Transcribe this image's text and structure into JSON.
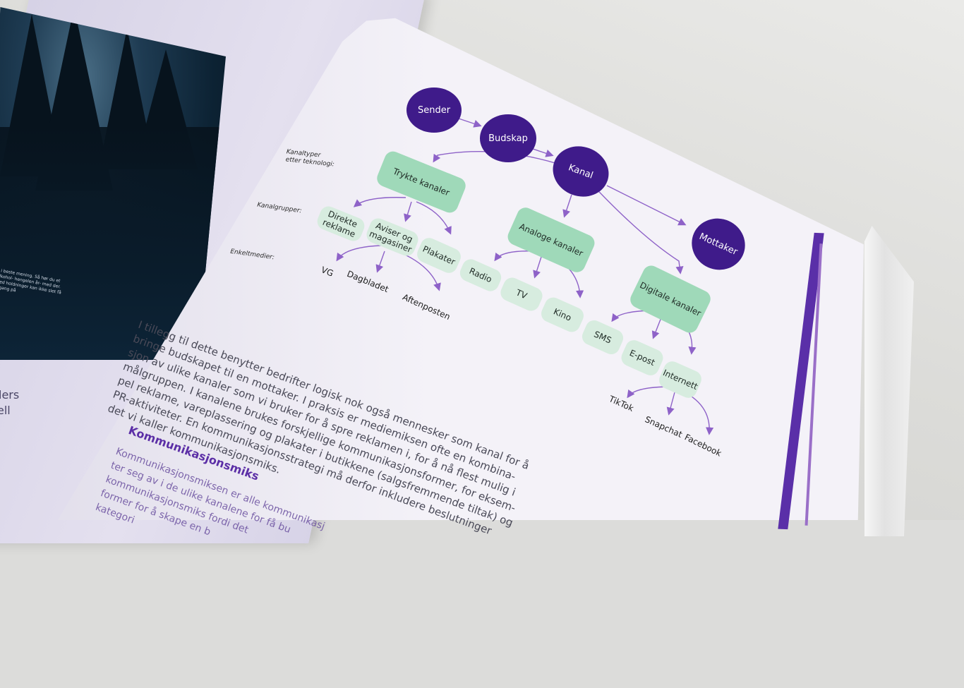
{
  "diagram": {
    "circles": {
      "sender": "Sender",
      "budskap": "Budskap",
      "kanal": "Kanal",
      "mottaker": "Mottaker"
    },
    "side_labels": {
      "kanaltyper": "Kanaltyper\netter teknologi:",
      "kanalgrupper": "Kanalgrupper:",
      "enkeltmedier": "Enkeltmedier:"
    },
    "types": {
      "trykte": "Trykte kanaler",
      "analoge": "Analoge kanaler",
      "digitale": "Digitale kanaler"
    },
    "groups": {
      "direkte": "Direkte\nreklame",
      "aviser": "Aviser og\nmagasiner",
      "plakater": "Plakater",
      "radio": "Radio",
      "tv": "TV",
      "kino": "Kino",
      "sms": "SMS",
      "epost": "E-post",
      "internett": "Internett"
    },
    "media": {
      "vg": "VG",
      "dagbladet": "Dagbladet",
      "aftenposten": "Aftenposten",
      "tiktok": "TikTok",
      "snapchat": "Snapchat",
      "facebook": "Facebook"
    },
    "colors": {
      "circle": "#3f1b8a",
      "type_box": "#9fd9b9",
      "group_chip": "#d7ecdf",
      "arrow": "#8e62c8"
    }
  },
  "body_text": {
    "lines": [
      "I tillegg til dette benytter bedrifter logisk nok også mennesker som kanal for å",
      "bringe budskapet til en mottaker. I praksis er mediemiksen ofte en kombina-",
      "sjon av ulike kanaler som vi bruker for å spre reklamen i, for å nå flest mulig i",
      "målgruppen. I kanalene brukes forskjellige kommunikasjonsformer, for eksem-",
      "pel reklame, vareplassering og plakater i butikkene (salgsfremmende tiltak) og",
      "PR-aktiviteter. En kommunikasjonsstrategi må derfor inkludere beslutninger",
      "det vi kaller kommunikasjonsmiks."
    ]
  },
  "section": {
    "heading": "Kommunikasjonsmiks",
    "lines": [
      "Kommunikasjonsmiksen er alle kommunikasj",
      "ter seg av i de ulike kanalene for få bu",
      "kommunikasjonsmiks fordi det",
      "former for å skape en b",
      "kategori"
    ]
  },
  "left_page": {
    "fragments": [
      "lers",
      "ell"
    ],
    "photo_caption": "r i beste mening. Så hør du et alkohol- hengelen år- med der. Med holdninger kan ikke slet få tilgang på"
  }
}
